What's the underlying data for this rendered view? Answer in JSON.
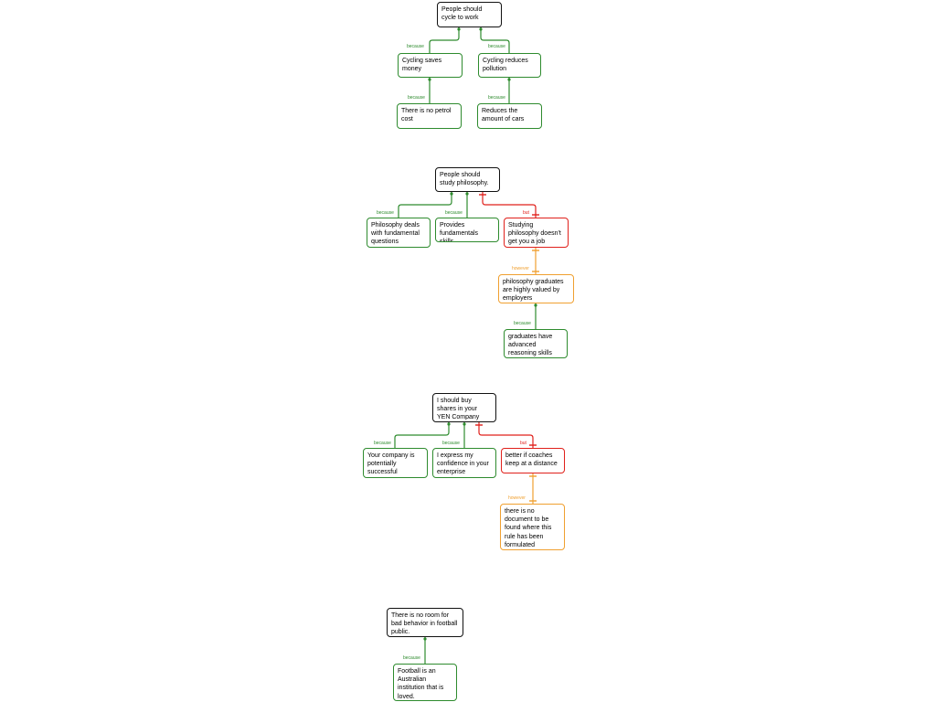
{
  "colors": {
    "claim": "#111111",
    "support": "#2e8b2e",
    "objection": "#e0201b",
    "rebuttal": "#f0a030"
  },
  "link_words": {
    "support": "because",
    "objection": "but",
    "rebuttal": "however"
  },
  "maps": [
    {
      "claim": "People should cycle to work",
      "supports": [
        {
          "text": "Cycling saves money",
          "child": "There is no petrol cost"
        },
        {
          "text": "Cycling reduces pollution",
          "child": "Reduces the amount of cars"
        }
      ]
    },
    {
      "claim": "People should study philosophy.",
      "supports": [
        {
          "text": "Philosophy deals with fundamental questions"
        },
        {
          "text": "Provides fundamentals skills."
        }
      ],
      "objection": {
        "text": "Studying philosophy doesn't get you a job",
        "rebuttal": {
          "text": "philosophy graduates are highly valued by employers",
          "support": "graduates have advanced reasoning skills"
        }
      }
    },
    {
      "claim": "I should buy shares in your YEN Company",
      "supports": [
        {
          "text": "Your company is potentially successful"
        },
        {
          "text": "I express my confidence in your enterprise"
        }
      ],
      "objection": {
        "text": "better if coaches keep at a distance",
        "rebuttal": {
          "text": "there is no document to be found where this rule has been formulated"
        }
      }
    },
    {
      "claim": "There is no room for bad behavior in football public.",
      "supports": [
        {
          "text": "Football is an Australian institution that is loved."
        }
      ]
    }
  ]
}
